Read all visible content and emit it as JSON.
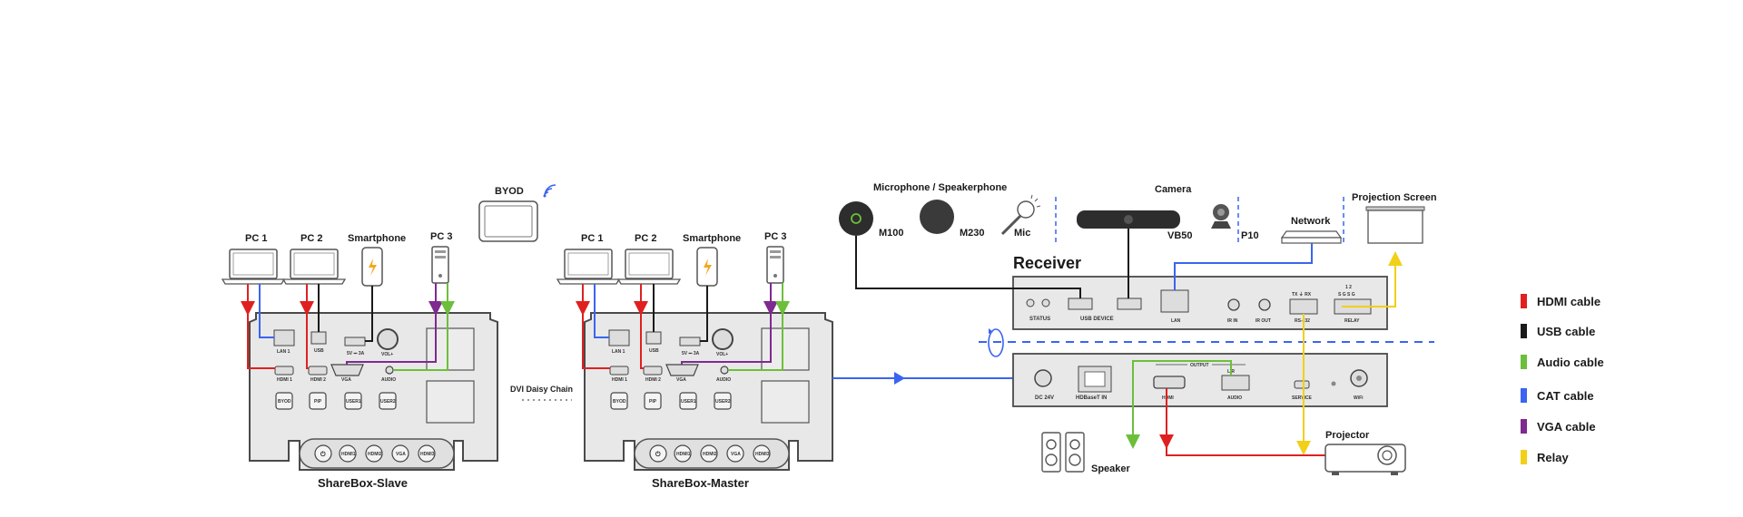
{
  "slave": {
    "title": "ShareBox-Slave",
    "pc1": "PC 1",
    "pc2": "PC 2",
    "smartphone": "Smartphone",
    "pc3": "PC 3",
    "byod": "BYOD",
    "ports": {
      "lan": "LAN 1",
      "usb": "USB",
      "vga": "VGA",
      "audio": "AUDIO",
      "hdmi1": "HDMI 1",
      "hdmi2": "HDMI 2",
      "dc": "5V ⎓ 3A",
      "vol": "VOL+"
    },
    "buttons": [
      "BYOD",
      "PIP",
      "USER1",
      "USER2"
    ],
    "bottom_buttons": [
      "HDMI1",
      "HDMI2",
      "VGA",
      "HDMI3"
    ]
  },
  "master": {
    "title": "ShareBox-Master",
    "pc1": "PC 1",
    "pc2": "PC 2",
    "smartphone": "Smartphone",
    "pc3": "PC 3",
    "ports": {
      "lan": "LAN 1",
      "usb": "USB",
      "vga": "VGA",
      "audio": "AUDIO",
      "hdmi1": "HDMI 1",
      "hdmi2": "HDMI 2",
      "dc": "5V ⎓ 3A",
      "vol": "VOL+"
    },
    "buttons": [
      "BYOD",
      "PIP",
      "USER1",
      "USER2"
    ],
    "bottom_buttons": [
      "HDMI1",
      "HDMI2",
      "VGA",
      "HDMI3"
    ]
  },
  "daisy_chain": "DVI Daisy Chain",
  "mic_group": {
    "title": "Microphone / Speakerphone",
    "m100": "M100",
    "m230": "M230",
    "mic": "Mic"
  },
  "camera_group": {
    "title": "Camera",
    "vb50": "VB50",
    "p10": "P10"
  },
  "network": "Network",
  "projection_screen": "Projection Screen",
  "receiver": {
    "title": "Receiver",
    "top_ports": {
      "status": "STATUS",
      "usb_device": "USB DEVICE",
      "lan": "LAN",
      "ir_in": "IR IN",
      "ir_out": "IR OUT",
      "rs232": "RS-232",
      "rs232_pins": "TX ⏚ RX",
      "relay": "RELAY",
      "relay_pins": "S G S G",
      "relay_nums": "1 2"
    },
    "bottom_ports": {
      "dc": "DC 24V",
      "hdbaset": "HDBaseT IN",
      "output": "OUTPUT",
      "hdmi": "HDMI",
      "audio": "AUDIO",
      "audio_lr": "L  R",
      "service": "SERVICE",
      "wifi": "WiFi"
    }
  },
  "speaker": "Speaker",
  "projector": "Projector",
  "legend": [
    {
      "label": "HDMI cable",
      "color": "#e02020"
    },
    {
      "label": "USB cable",
      "color": "#1a1a1a"
    },
    {
      "label": "Audio cable",
      "color": "#6cbf3a"
    },
    {
      "label": "CAT cable",
      "color": "#3b64f0"
    },
    {
      "label": "VGA cable",
      "color": "#7e2a8e"
    },
    {
      "label": "Relay",
      "color": "#f2d018"
    }
  ],
  "colors": {
    "hdmi": "#e02020",
    "usb": "#1a1a1a",
    "audio": "#6cbf3a",
    "cat": "#3b64f0",
    "vga": "#7e2a8e",
    "relay": "#f2d018",
    "device_fill": "#e8e8e8",
    "device_stroke": "#4a4a4a"
  }
}
